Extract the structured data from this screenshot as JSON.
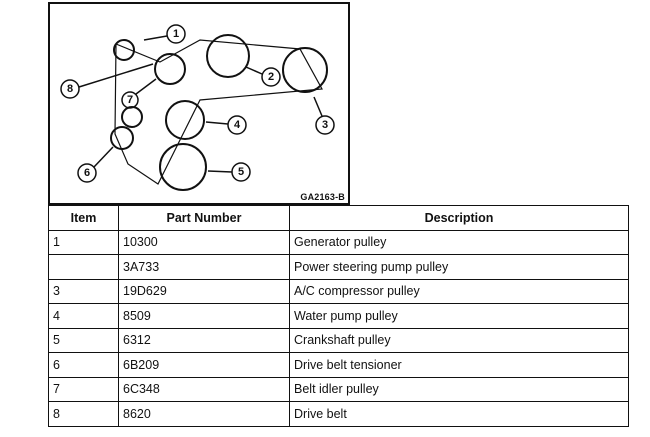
{
  "diagram": {
    "code": "GA2163-B",
    "callouts": [
      "1",
      "2",
      "3",
      "4",
      "5",
      "6",
      "7",
      "8"
    ]
  },
  "table": {
    "headers": {
      "item": "Item",
      "part_number": "Part Number",
      "description": "Description"
    },
    "rows": [
      {
        "item": "1",
        "part_number": "10300",
        "description": "Generator pulley"
      },
      {
        "item": "",
        "part_number": "3A733",
        "description": "Power steering pump pulley"
      },
      {
        "item": "3",
        "part_number": "19D629",
        "description": "A/C compressor pulley"
      },
      {
        "item": "4",
        "part_number": "8509",
        "description": "Water pump pulley"
      },
      {
        "item": "5",
        "part_number": "6312",
        "description": "Crankshaft pulley"
      },
      {
        "item": "6",
        "part_number": "6B209",
        "description": "Drive belt tensioner"
      },
      {
        "item": "7",
        "part_number": "6C348",
        "description": "Belt idler pulley"
      },
      {
        "item": "8",
        "part_number": "8620",
        "description": "Drive belt"
      }
    ]
  }
}
